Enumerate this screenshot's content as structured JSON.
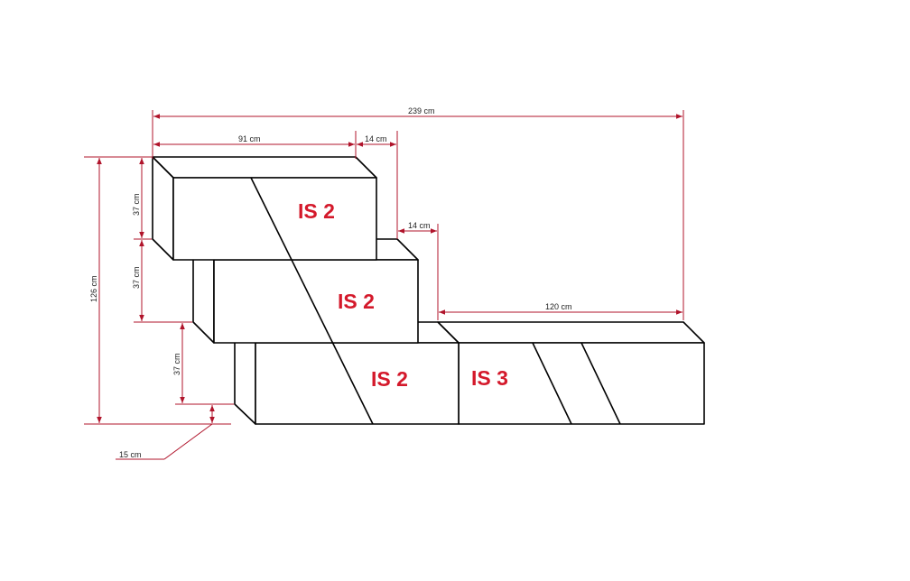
{
  "dimensions": {
    "total_width": "239 cm",
    "top_width": "91 cm",
    "offset_top": "14 cm",
    "offset_mid": "14 cm",
    "bottom_right_width": "120 cm",
    "total_height": "126 cm",
    "height_top": "37 cm",
    "height_mid": "37 cm",
    "height_bottom": "37 cm",
    "floor_gap": "15 cm"
  },
  "units": {
    "top": "IS 2",
    "middle": "IS 2",
    "bottom_left": "IS 2",
    "bottom_right": "IS 3"
  },
  "colors": {
    "dimension_line": "#b0142b",
    "unit_label": "#d4192b",
    "outline": "#000000"
  }
}
